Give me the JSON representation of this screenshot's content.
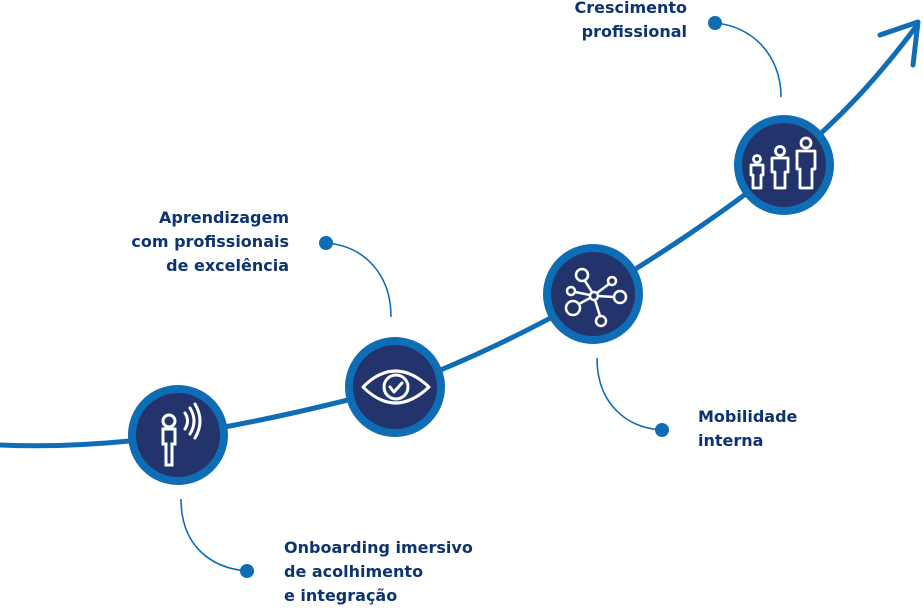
{
  "colors": {
    "curve": "#0f6db5",
    "ring": "#0f6db5",
    "disc": "#22346b",
    "text": "#0d3370"
  },
  "steps": [
    {
      "icon": "person-broadcast-icon",
      "lines": [
        "Onboarding imersivo",
        "de acolhimento",
        "e integração"
      ]
    },
    {
      "icon": "eye-check-icon",
      "lines": [
        "Aprendizagem",
        "com profissionais",
        "de excelência"
      ]
    },
    {
      "icon": "network-nodes-icon",
      "lines": [
        "Mobilidade",
        "interna"
      ]
    },
    {
      "icon": "people-growth-icon",
      "lines": [
        "Crescimento",
        "profissional"
      ]
    }
  ]
}
